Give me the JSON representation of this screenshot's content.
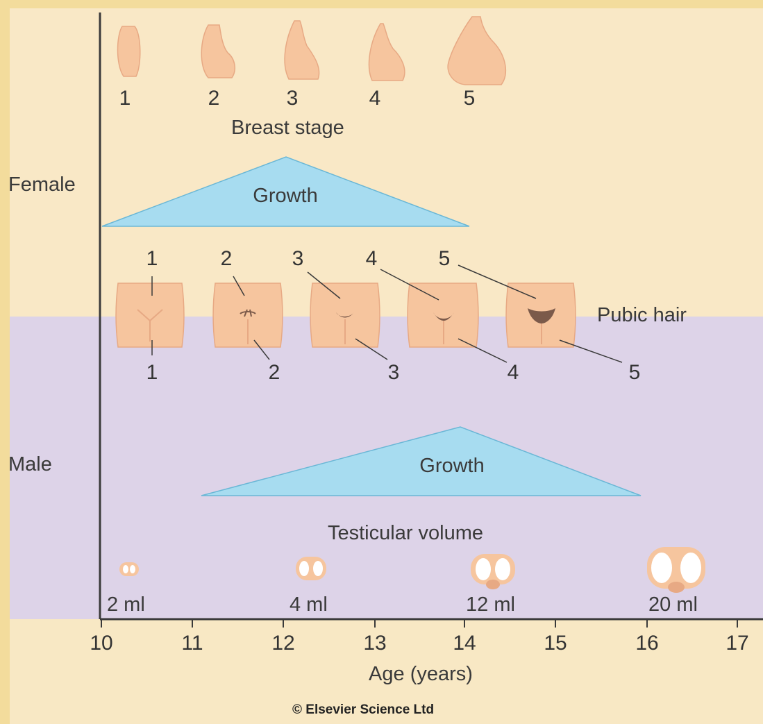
{
  "labels": {
    "female": "Female",
    "male": "Male",
    "breast_stage": "Breast stage",
    "female_growth": "Growth",
    "pubic_hair": "Pubic hair",
    "male_growth": "Growth",
    "testicular_volume": "Testicular volume",
    "x_axis_title": "Age (years)",
    "credit": "© Elsevier Science Ltd"
  },
  "breast_stages": [
    "1",
    "2",
    "3",
    "4",
    "5"
  ],
  "pubic_stages_female": [
    "1",
    "2",
    "3",
    "4",
    "5"
  ],
  "pubic_stages_male": [
    "1",
    "2",
    "3",
    "4",
    "5"
  ],
  "testicular_volumes": [
    "2 ml",
    "4 ml",
    "12 ml",
    "20 ml"
  ],
  "x_ticks": [
    "10",
    "11",
    "12",
    "13",
    "14",
    "15",
    "16",
    "17"
  ],
  "colors": {
    "female_bg": "#f9e8c6",
    "male_bg": "#ddd3e8",
    "growth_fill": "#a7dcf0",
    "skin": "#f6c59e",
    "pubic_hair": "#7b5a4a"
  }
}
